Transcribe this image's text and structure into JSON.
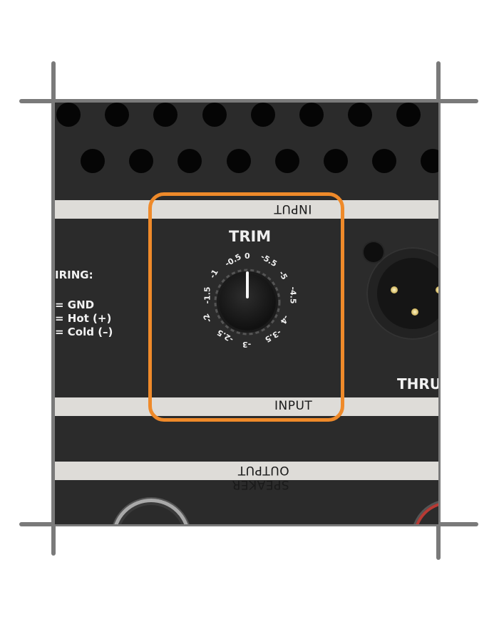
{
  "panel": {
    "colors": {
      "panel_bg": "#2b2b2b",
      "strip_bg": "#dedcd8",
      "highlight": "#ef8a2a",
      "frame_lines": "#7a7a7a"
    },
    "strips": {
      "top_input_label": "INPUT",
      "bottom_input_label": "INPUT",
      "speaker_output_label": "SPEAKER OUTPUT"
    },
    "wiring": {
      "title": "IRING:",
      "lines": [
        "= GND",
        "= Hot (+)",
        "= Cold (–)"
      ]
    },
    "trim": {
      "title": "TRIM",
      "scale_labels": [
        "0",
        "-0.5",
        "-1",
        "-1.5",
        "-2",
        "-2.5",
        "-3",
        "-3.5",
        "-4",
        "-4.5",
        "-5",
        "-5.5"
      ],
      "pointer_position": "0"
    },
    "xlr": {
      "label": "THRU"
    }
  }
}
